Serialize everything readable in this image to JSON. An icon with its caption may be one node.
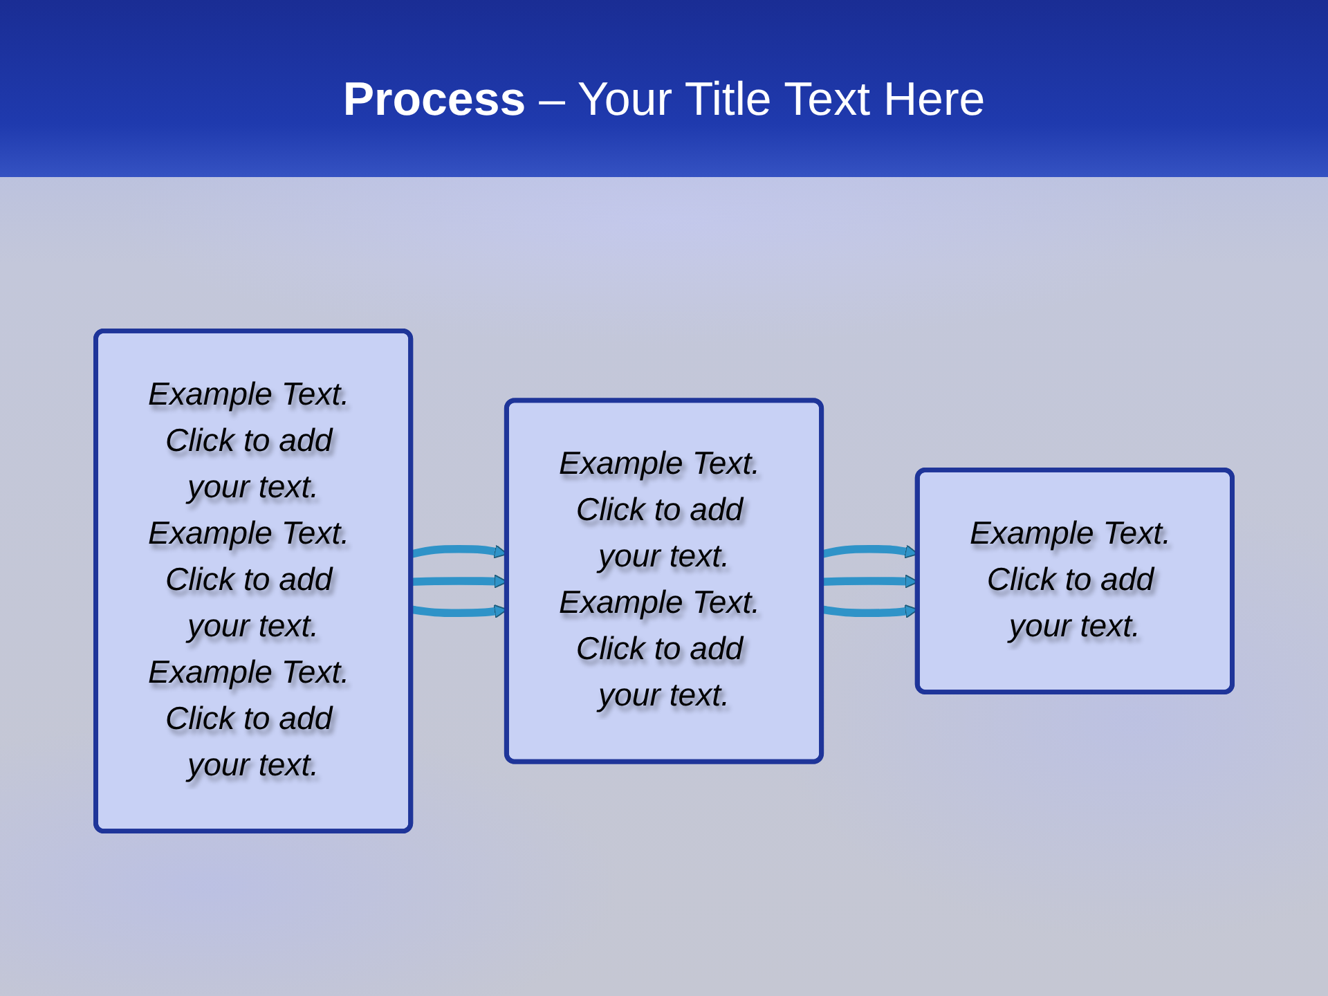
{
  "diagram": {
    "title": "**Process** – Your Title Text Here",
    "nodes": [
      {
        "text": [
          "Example Text. Click to add your text.",
          "Example Text. Click to add your text.",
          "Example Text. Click to add your text."
        ]
      },
      {
        "text": [
          "Example Text. Click to add your text.",
          "Example Text. Click to add your text."
        ]
      },
      {
        "text": [
          "Example Text. Click to add your text."
        ]
      }
    ],
    "edges": [
      {
        "from": 0,
        "to": 1,
        "arrow": "to"
      },
      {
        "from": 0,
        "to": 1,
        "arrow": "to"
      },
      {
        "from": 0,
        "to": 1,
        "arrow": "to"
      },
      {
        "from": 1,
        "to": 2,
        "arrow": "to"
      },
      {
        "from": 1,
        "to": 2,
        "arrow": "to"
      },
      {
        "from": 1,
        "to": 2,
        "arrow": "to"
      }
    ]
  }
}
